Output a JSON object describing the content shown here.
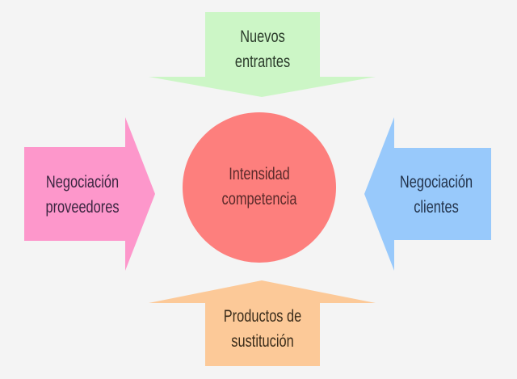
{
  "center": {
    "line1": "Intensidad",
    "line2": "competencia",
    "color": "#fd7f7d",
    "text_color": "#5a2a2a"
  },
  "top": {
    "line1": "Nuevos",
    "line2": "entrantes",
    "color": "#ccf6c6",
    "text_color": "#2a3a2a"
  },
  "left": {
    "line1": "Negociación",
    "line2": "proveedores",
    "color": "#fd97cb",
    "text_color": "#3a2540"
  },
  "right": {
    "line1": "Negociación",
    "line2": "clientes",
    "color": "#98c9fb",
    "text_color": "#22324a"
  },
  "bottom": {
    "line1": "Productos de",
    "line2": "sustitución",
    "color": "#fcc998",
    "text_color": "#3a2c1a"
  }
}
